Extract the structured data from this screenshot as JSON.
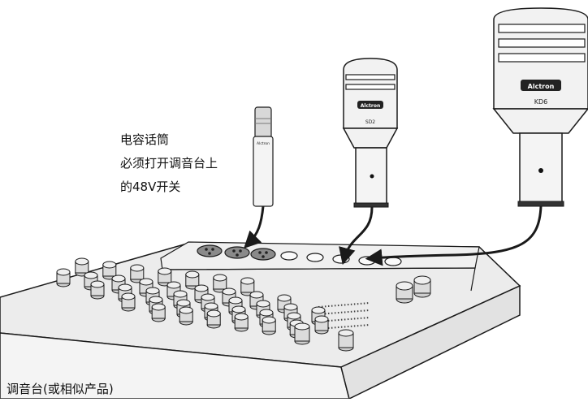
{
  "annotation": {
    "lines": [
      "电容话筒",
      "必须打开调音台上",
      "的48V开关"
    ]
  },
  "caption": "调音台(或相似产品)",
  "microphones": [
    {
      "model": "SD2",
      "brand": "Alctron"
    },
    {
      "model": "KD6",
      "brand": "Alctron"
    }
  ],
  "condenser_mic": {
    "brand": "Alctron"
  },
  "colors": {
    "outline": "#1a1a1a",
    "mixer_top": "#ececec",
    "mixer_side": "#f6f6f6",
    "knob": "#dcdcdc",
    "mic_body": "#f2f2f2",
    "text": "#111111"
  }
}
